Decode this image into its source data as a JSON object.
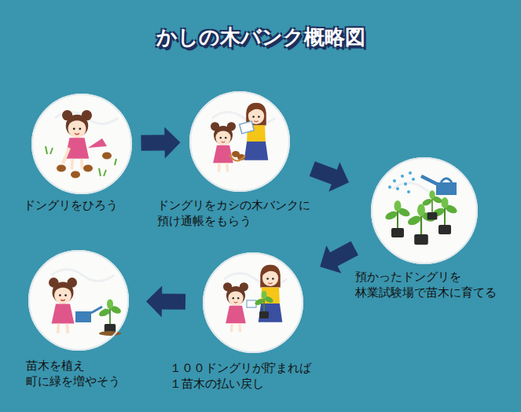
{
  "diagram": {
    "title": "かしの木バンク概略図",
    "nodes": [
      {
        "text": [
          "ドングリをひろう"
        ]
      },
      {
        "text": [
          "ドングリをカシの木バンクに 預け通帳をもらう"
        ]
      },
      {
        "text": [
          "預かったドングリを 林業試験場で苗木に育てる"
        ]
      },
      {
        "text": [
          "１００ドングリが貯まれば １苗木の払い戻し"
        ]
      },
      {
        "text": [
          "苗木を植え 町に緑を増やそう"
        ]
      }
    ],
    "edges": [
      {
        "from": 0,
        "to": 1,
        "arrow": "to"
      },
      {
        "from": 1,
        "to": 2,
        "arrow": "to"
      },
      {
        "from": 2,
        "to": 3,
        "arrow": "to"
      },
      {
        "from": 3,
        "to": 4,
        "arrow": "to"
      }
    ]
  }
}
